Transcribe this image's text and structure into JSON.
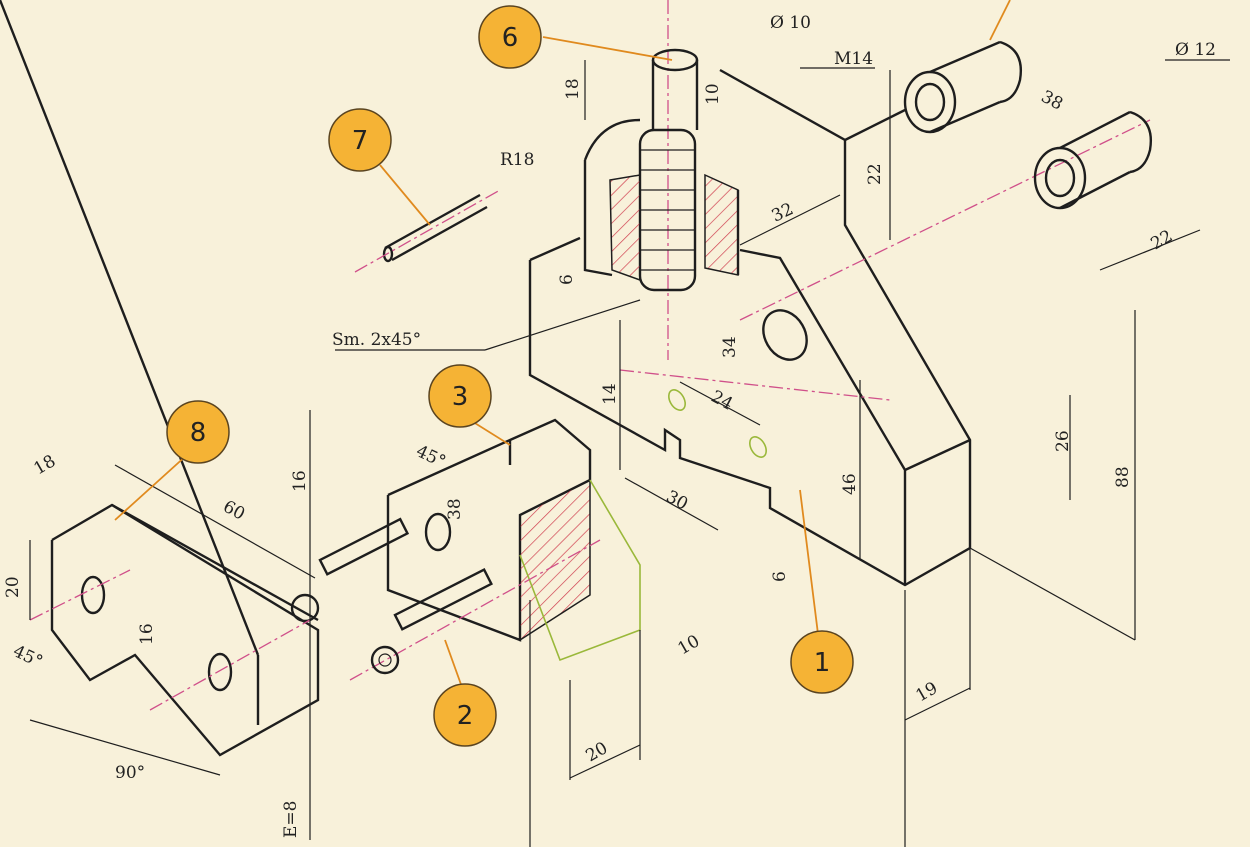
{
  "balloons": [
    "1",
    "2",
    "3",
    "6",
    "7",
    "8"
  ],
  "dimensions": {
    "d_phi10": "Ø 10",
    "d_m14": "M14",
    "d_phi12": "Ø 12",
    "d_18": "18",
    "d_10a": "10",
    "d_r18": "R18",
    "d_38a": "38",
    "d_22a": "22",
    "d_32": "32",
    "d_22b": "22",
    "d_6a": "6",
    "d_sm": "Sm. 2x45°",
    "d_34": "34",
    "d_14": "14",
    "d_24": "24",
    "d_30": "30",
    "d_46": "46",
    "d_26": "26",
    "d_88": "88",
    "d_6b": "6",
    "d_19": "19",
    "d_16a": "16",
    "d_45a": "45°",
    "d_38b": "38",
    "d_10b": "10",
    "d_20a": "20",
    "d_18b": "18",
    "d_60": "60",
    "d_20b": "20",
    "d_16b": "16",
    "d_45b": "45°",
    "d_90": "90°",
    "d_e8": "E=8"
  },
  "colors": {
    "background": "#f8f1da",
    "balloon": "#f5b335",
    "centerline": "#d0508a",
    "hidden": "#9ab83a"
  }
}
